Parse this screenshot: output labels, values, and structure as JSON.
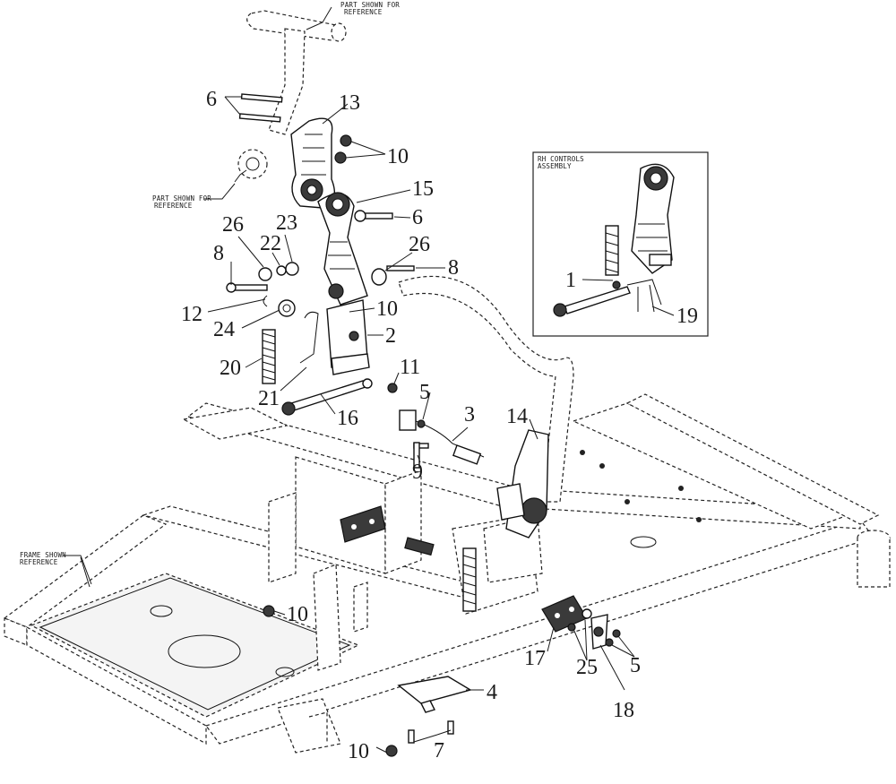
{
  "notes": {
    "top_ref": [
      "PART SHOWN FOR",
      "REFERENCE"
    ],
    "gear_ref": [
      "PART SHOWN FOR",
      "REFERENCE"
    ],
    "frame_ref": [
      "FRAME SHOWN",
      "REFERENCE"
    ],
    "inset_title": [
      "RH CONTROLS",
      "ASSEMBLY"
    ]
  },
  "callouts": [
    {
      "id": "c6a",
      "label": "6"
    },
    {
      "id": "c13",
      "label": "13"
    },
    {
      "id": "c10a",
      "label": "10"
    },
    {
      "id": "c15",
      "label": "15"
    },
    {
      "id": "c6b",
      "label": "6"
    },
    {
      "id": "c26a",
      "label": "26"
    },
    {
      "id": "c23",
      "label": "23"
    },
    {
      "id": "c22",
      "label": "22"
    },
    {
      "id": "c8a",
      "label": "8"
    },
    {
      "id": "c26b",
      "label": "26"
    },
    {
      "id": "c8b",
      "label": "8"
    },
    {
      "id": "c12",
      "label": "12"
    },
    {
      "id": "c10b",
      "label": "10"
    },
    {
      "id": "c24",
      "label": "24"
    },
    {
      "id": "c2",
      "label": "2"
    },
    {
      "id": "c20",
      "label": "20"
    },
    {
      "id": "c11",
      "label": "11"
    },
    {
      "id": "c21",
      "label": "21"
    },
    {
      "id": "c5a",
      "label": "5"
    },
    {
      "id": "c16",
      "label": "16"
    },
    {
      "id": "c3",
      "label": "3"
    },
    {
      "id": "c14",
      "label": "14"
    },
    {
      "id": "c9",
      "label": "9"
    },
    {
      "id": "c1",
      "label": "1"
    },
    {
      "id": "c19",
      "label": "19"
    },
    {
      "id": "c10c",
      "label": "10"
    },
    {
      "id": "c17",
      "label": "17"
    },
    {
      "id": "c25",
      "label": "25"
    },
    {
      "id": "c5b",
      "label": "5"
    },
    {
      "id": "c18",
      "label": "18"
    },
    {
      "id": "c4",
      "label": "4"
    },
    {
      "id": "c10d",
      "label": "10"
    },
    {
      "id": "c7",
      "label": "7"
    }
  ]
}
